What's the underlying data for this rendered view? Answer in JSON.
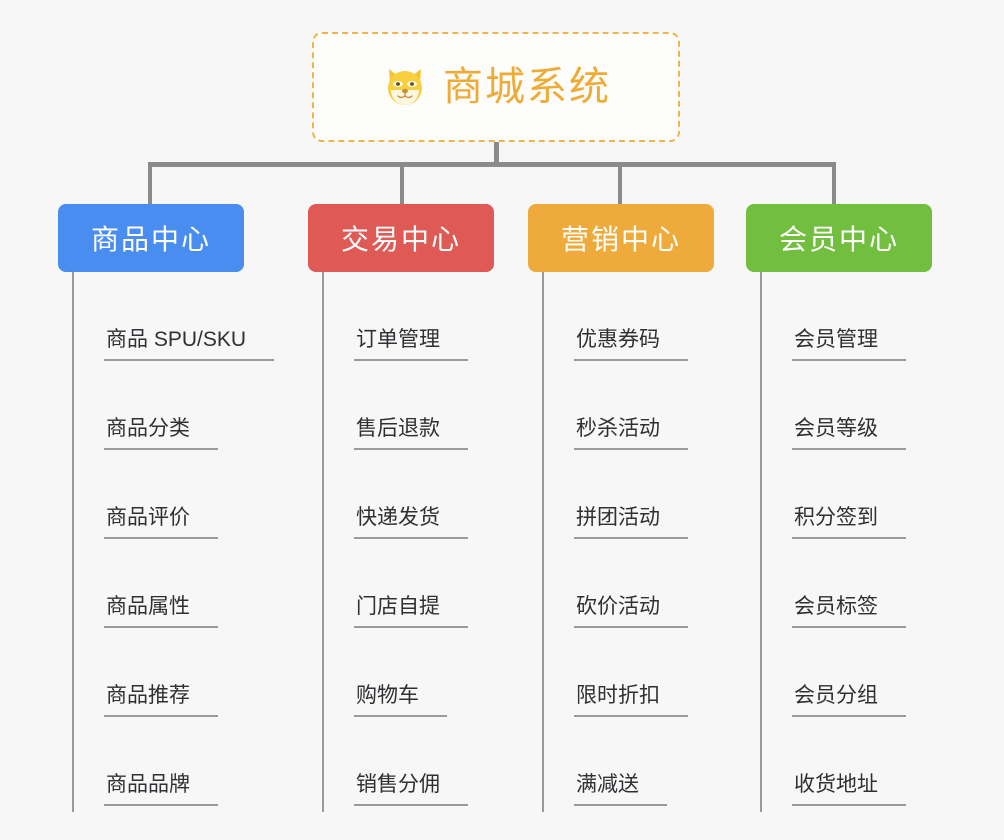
{
  "root": {
    "title": "商城系统",
    "icon": "shiba-dog-face-emoji",
    "border_color": "#efb54a",
    "text_color": "#efab36"
  },
  "line_color": "#8b8b8b",
  "background_color": "#f7f7f7",
  "categories": [
    {
      "label": "商品中心",
      "color": "#4a8df0",
      "items": [
        "商品 SPU/SKU",
        "商品分类",
        "商品评价",
        "商品属性",
        "商品推荐",
        "商品品牌"
      ]
    },
    {
      "label": "交易中心",
      "color": "#e05a55",
      "items": [
        "订单管理",
        "售后退款",
        "快递发货",
        "门店自提",
        "购物车",
        "销售分佣"
      ]
    },
    {
      "label": "营销中心",
      "color": "#eeab3b",
      "items": [
        "优惠券码",
        "秒杀活动",
        "拼团活动",
        "砍价活动",
        "限时折扣",
        "满减送"
      ]
    },
    {
      "label": "会员中心",
      "color": "#72bf3f",
      "items": [
        "会员管理",
        "会员等级",
        "积分签到",
        "会员标签",
        "会员分组",
        "收货地址"
      ]
    }
  ]
}
